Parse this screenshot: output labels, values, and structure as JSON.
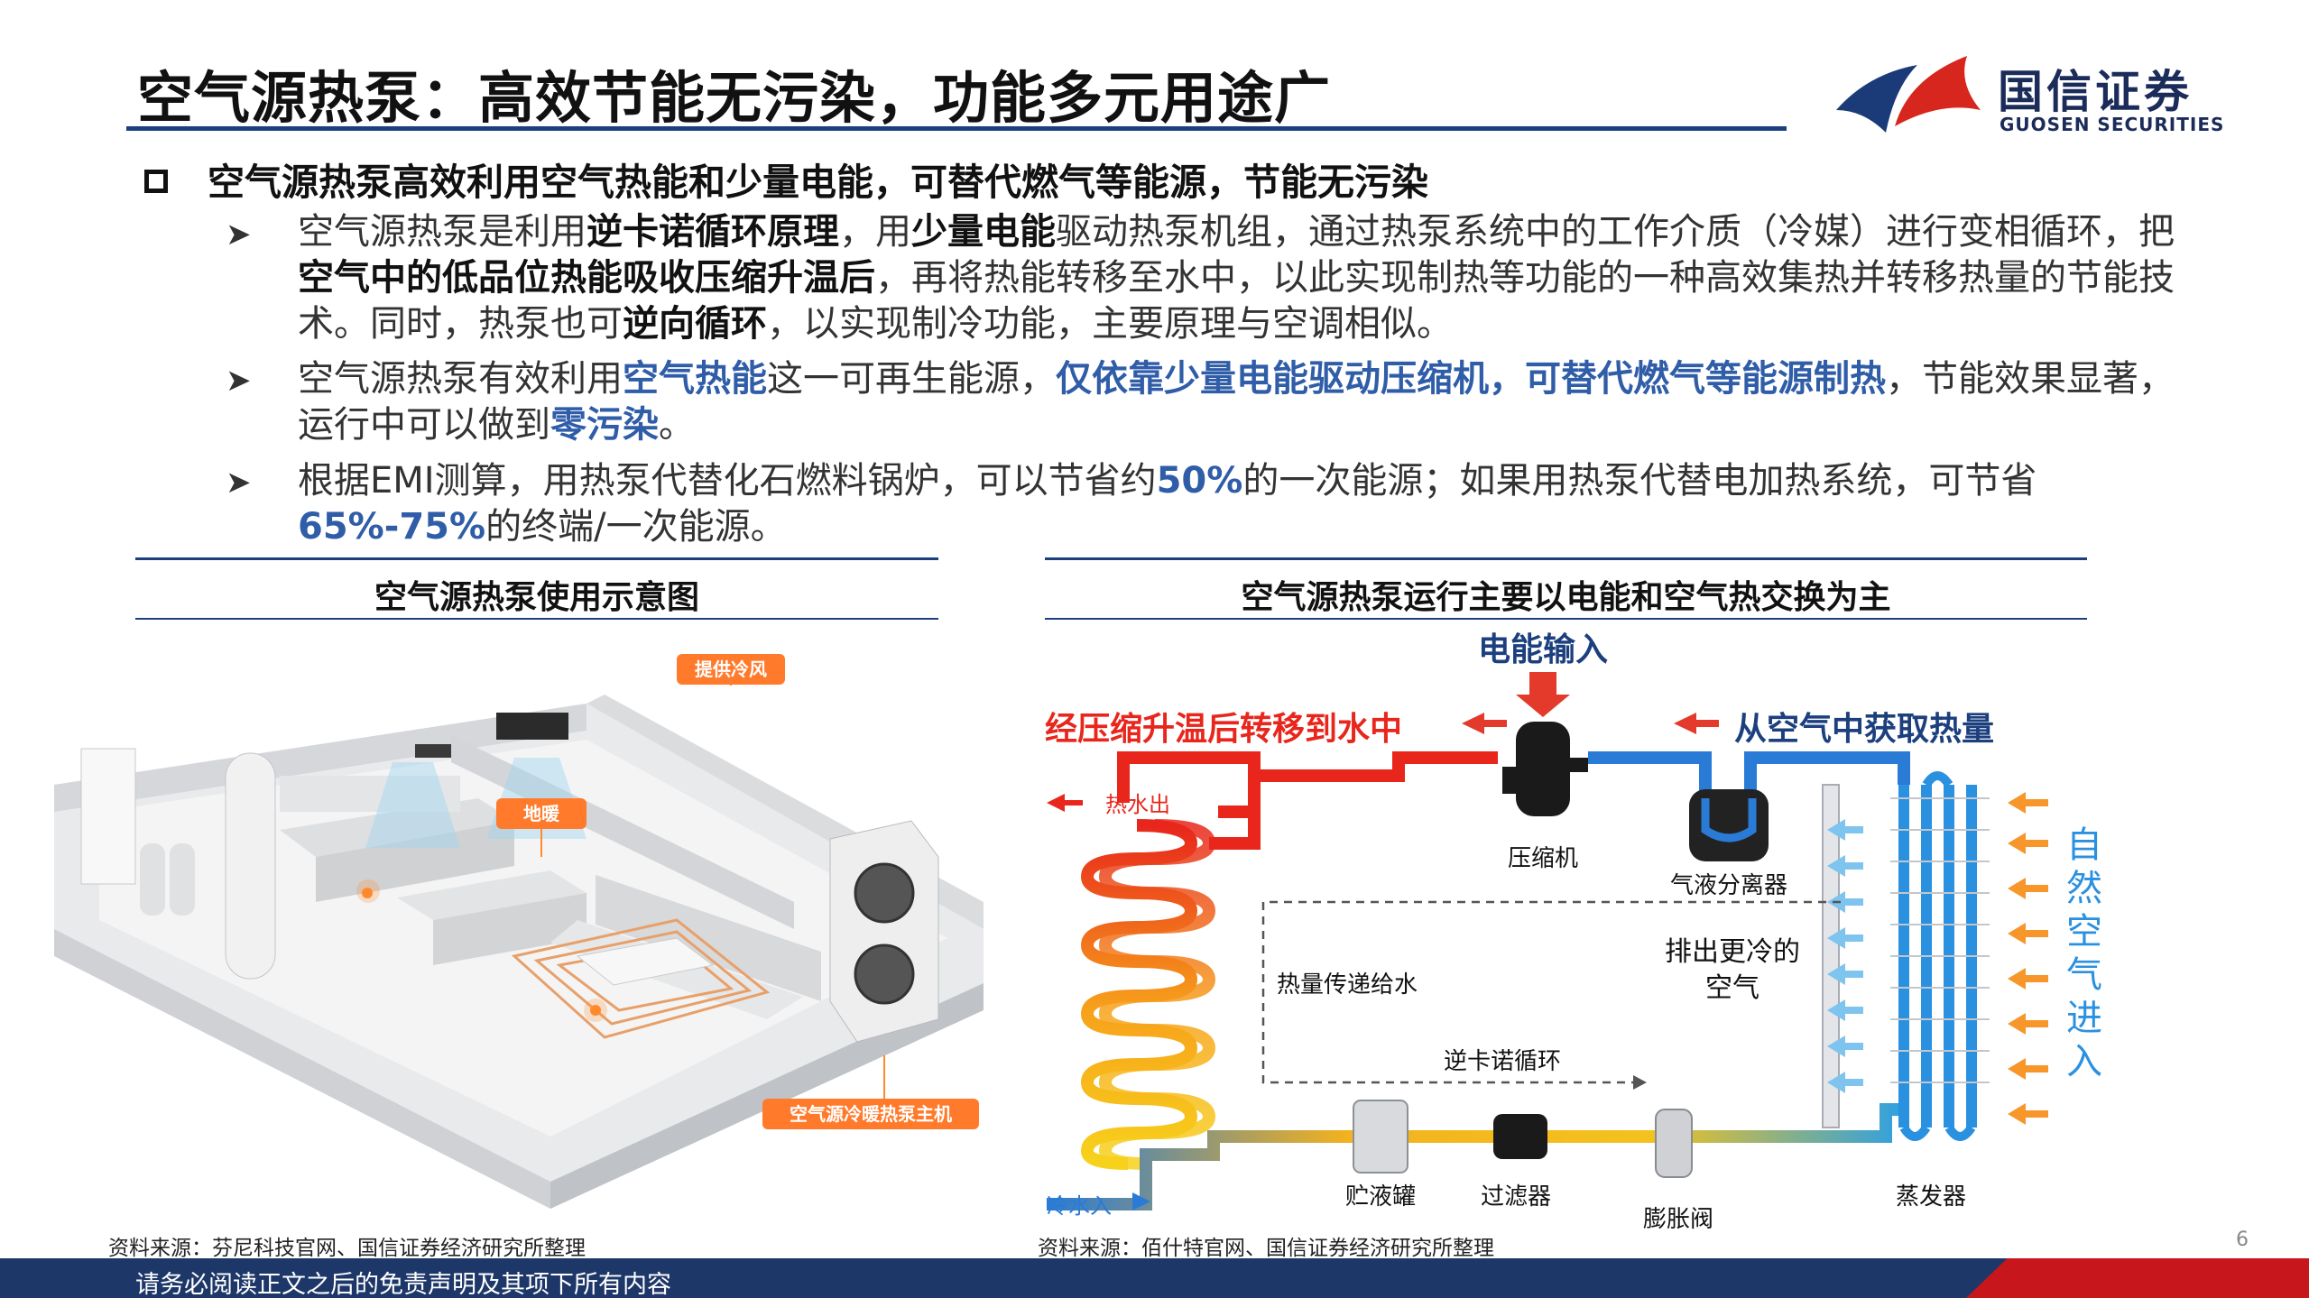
{
  "page": {
    "title": "空气源热泵：高效节能无污染，功能多元用途广",
    "page_number": "6"
  },
  "logo": {
    "cn": "国信证券",
    "en": "GUOSEN SECURITIES"
  },
  "main_bullet": "空气源热泵高效利用空气热能和少量电能，可替代燃气等能源，节能无污染",
  "bullets": [
    {
      "segments": [
        {
          "t": "空气源热泵是利用",
          "s": "n"
        },
        {
          "t": "逆卡诺循环原理",
          "s": "b"
        },
        {
          "t": "，用",
          "s": "n"
        },
        {
          "t": "少量电能",
          "s": "b"
        },
        {
          "t": "驱动热泵机组，通过热泵系统中的工作介质（冷媒）进行变相循环，把",
          "s": "n"
        },
        {
          "t": "空气中的低品位热能吸收压缩升温后",
          "s": "b"
        },
        {
          "t": "，再将热能转移至水中，以此实现制热等功能的一种高效集热并转移热量的节能技术。同时，热泵也可",
          "s": "n"
        },
        {
          "t": "逆向循环",
          "s": "b"
        },
        {
          "t": "，以实现制冷功能，主要原理与空调相似。",
          "s": "n"
        }
      ]
    },
    {
      "segments": [
        {
          "t": "空气源热泵有效利用",
          "s": "n"
        },
        {
          "t": "空气热能",
          "s": "blue"
        },
        {
          "t": "这一可再生能源，",
          "s": "n"
        },
        {
          "t": "仅依靠少量电能驱动压缩机，可替代燃气等能源制热",
          "s": "blue"
        },
        {
          "t": "，节能效果显著，运行中可以做到",
          "s": "n"
        },
        {
          "t": "零污染",
          "s": "blue"
        },
        {
          "t": "。",
          "s": "n"
        }
      ]
    },
    {
      "segments": [
        {
          "t": "根据EMI测算，用热泵代替化石燃料锅炉，可以节省约",
          "s": "n"
        },
        {
          "t": "50%",
          "s": "blue"
        },
        {
          "t": "的一次能源；如果用热泵代替电加热系统，可节省",
          "s": "n"
        },
        {
          "t": "65%-75%",
          "s": "blue"
        },
        {
          "t": "的终端/一次能源。",
          "s": "n"
        }
      ]
    }
  ],
  "left_panel": {
    "heading": "空气源热泵使用示意图",
    "labels": {
      "cold_air": "提供冷风",
      "floor_heat": "地暖",
      "host": "空气源冷暖热泵主机"
    },
    "source": "资料来源：芬尼科技官网、国信证券经济研究所整理"
  },
  "right_panel": {
    "heading": "空气源热泵运行主要以电能和空气热交换为主",
    "labels": {
      "power_in": "电能输入",
      "to_water": "经压缩升温后转移到水中",
      "from_air": "从空气中获取热量",
      "hot_out": "热水出",
      "cold_in": "冷水入",
      "compressor": "压缩机",
      "separator": "气液分离器",
      "colder_air_1": "排出更冷的",
      "colder_air_2": "空气",
      "heat_transfer": "热量传递给水",
      "reverse_carnot": "逆卡诺循环",
      "tank": "贮液罐",
      "filter": "过滤器",
      "valve": "膨胀阀",
      "evaporator": "蒸发器",
      "natural_air": "自然空气进入"
    },
    "source": "资料来源：佰什特官网、国信证券经济研究所整理"
  },
  "footer": {
    "disclaimer": "请务必阅读正文之后的免责声明及其项下所有内容"
  },
  "colors": {
    "navy": "#1c3f7e",
    "blue_text": "#2f5da8",
    "red": "#d9261c",
    "footer": "#1e3769"
  }
}
